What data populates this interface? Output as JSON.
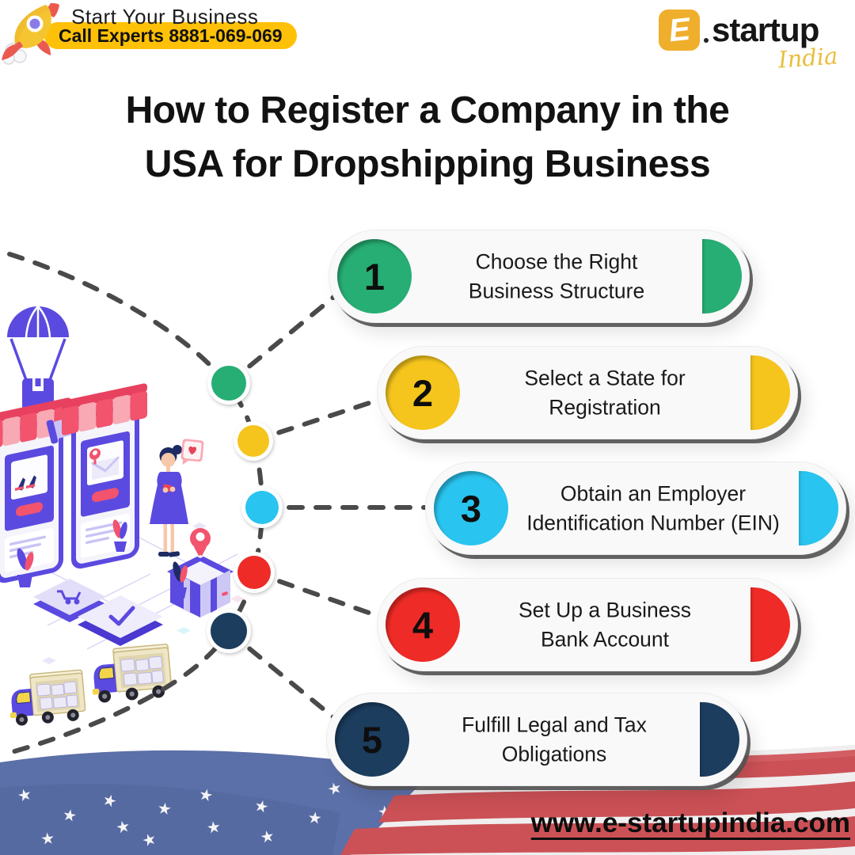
{
  "header": {
    "tagline": "Start Your Business",
    "call_cta": "Call Experts 8881-069-069",
    "logo": {
      "mark": "E",
      "name": "startup",
      "region": "India"
    }
  },
  "title": {
    "line1": "How to Register a Company in the",
    "line2": "USA for Dropshipping Business"
  },
  "steps": [
    {
      "number": "1",
      "label": "Choose the Right\nBusiness Structure",
      "color": "#27AE74"
    },
    {
      "number": "2",
      "label": "Select a State for\nRegistration",
      "color": "#F5C51D"
    },
    {
      "number": "3",
      "label": "Obtain an Employer\nIdentification Number (EIN)",
      "color": "#29C4EF"
    },
    {
      "number": "4",
      "label": "Set Up a Business\nBank Account",
      "color": "#EE2B27"
    },
    {
      "number": "5",
      "label": "Fulfill Legal and Tax\nObligations",
      "color": "#1C3D5E"
    }
  ],
  "footer": {
    "website": "www.e-startupindia.com"
  },
  "colors": {
    "accent_yellow": "#FFC107",
    "dash_line": "#4A4A4A",
    "illustration_purple": "#5B4AE0",
    "flag_blue": "#5B6FA8",
    "flag_red": "#CB5156"
  }
}
